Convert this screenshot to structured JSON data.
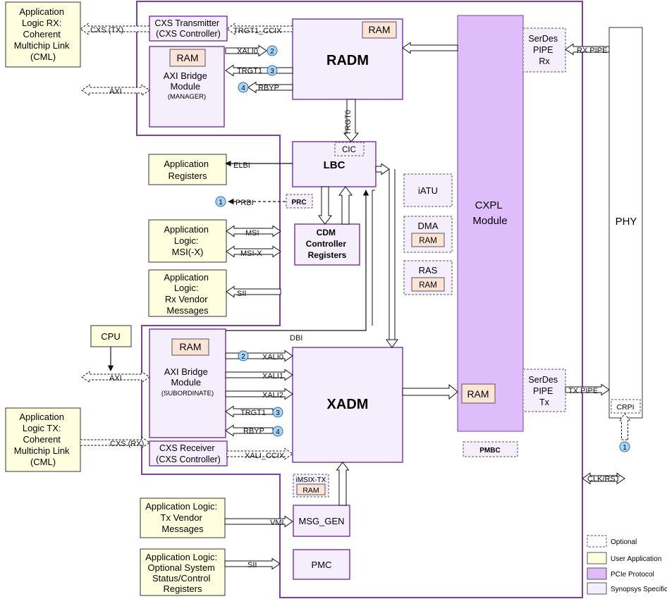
{
  "app": {
    "rx_cml": [
      "Application",
      "Logic RX:",
      "Coherent",
      "Multichip Link",
      "(CML)"
    ],
    "tx_cml": [
      "Application",
      "Logic TX:",
      "Coherent",
      "Multichip Link",
      "(CML)"
    ],
    "app_registers": [
      "Application",
      "Registers"
    ],
    "msi_logic": [
      "Application",
      "Logic:",
      "MSI(-X)"
    ],
    "rx_vendor": [
      "Application",
      "Logic:",
      "Rx Vendor",
      "Messages"
    ],
    "cpu": "CPU",
    "tx_vendor": [
      "Application Logic:",
      "Tx Vendor",
      "Messages"
    ],
    "status_regs": [
      "Application Logic:",
      "Optional System",
      "Status/Control",
      "Registers"
    ]
  },
  "blocks": {
    "cxs_tx": [
      "CXS Transmitter",
      "(CXS Controller)"
    ],
    "cxs_rx": [
      "CXS Receiver",
      "(CXS Controller)"
    ],
    "axi_mgr": [
      "AXI Bridge",
      "Module",
      "(MANAGER)"
    ],
    "axi_sub": [
      "AXI Bridge",
      "Module",
      "(SUBORDINATE)"
    ],
    "ram": "RAM",
    "radm": "RADM",
    "xadm": "XADM",
    "lbc": "LBC",
    "cic": "CIC",
    "prc": "PRC",
    "cdm": [
      "CDM",
      "Controller",
      "Registers"
    ],
    "iatu": "iATU",
    "dma": "DMA",
    "ras": "RAS",
    "pmbc": "PMBC",
    "imsix": "iMSIX-TX",
    "msg_gen": "MSG_GEN",
    "pmc": "PMC",
    "cxpl": [
      "CXPL",
      "Module"
    ],
    "serdes_rx": [
      "SerDes",
      "PIPE",
      "Rx"
    ],
    "serdes_tx": [
      "SerDes",
      "PIPE",
      "Tx"
    ],
    "phy": "PHY",
    "crpi": "CRPI"
  },
  "signals": {
    "cxs_tx": "CXS (TX)",
    "cxs_rx": "CXS (RX)",
    "axi": "AXI",
    "trgt1_ccix": "TRGT1_CCIX",
    "xali0": "XALI0",
    "xali1": "XALI1",
    "xali2": "XALI2",
    "trgt1": "TRGT1",
    "rbyp": "RBYP",
    "trgt0": "TRGT0",
    "elbi": "ELBI",
    "prbi": "PRBI",
    "msi": "MSI",
    "msix": "MSI-X",
    "sii": "SII",
    "dbi": "DBI",
    "xali_ccix": "XALI_CCIX",
    "vmi": "VMI",
    "rx_pipe": "RX PIPE",
    "tx_pipe": "TX PIPE",
    "clk_rst": "CLK/RST"
  },
  "badges": [
    "1",
    "2",
    "3",
    "4"
  ],
  "legend": [
    "Optional",
    "User Application",
    "PCIe Protocol",
    "Synopsys Specific"
  ],
  "colors": {
    "user_app": "#ffffe0",
    "pcie": "#dfbcfa",
    "synopsys": "#f5eefd",
    "border": "#7b3fa8",
    "ram": "#fbe4d5",
    "badge": "#a9d4f5"
  }
}
